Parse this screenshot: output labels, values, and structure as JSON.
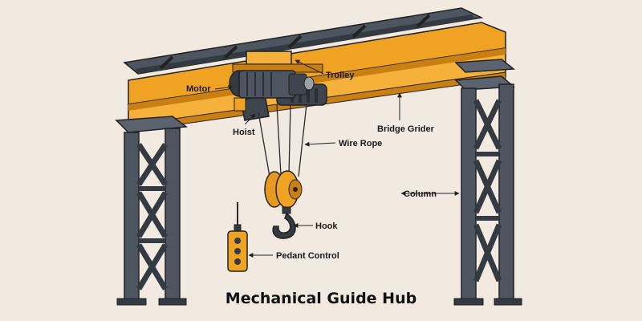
{
  "diagram": {
    "labels": {
      "motor": "Motor",
      "trolley": "Trolley",
      "hoist": "Hoist",
      "bridge_girder": "Bridge Grider",
      "wire_rope": "Wire Rope",
      "column": "Column",
      "hook": "Hook",
      "pendant_control": "Pedant Control"
    },
    "footer_title": "Mechanical Guide Hub"
  },
  "colors": {
    "background": "#f2e9e0",
    "girder": "#f0a323",
    "girder_dark": "#c97f12",
    "steel": "#4d5560",
    "steel_dark": "#343a42",
    "outline": "#222222"
  }
}
